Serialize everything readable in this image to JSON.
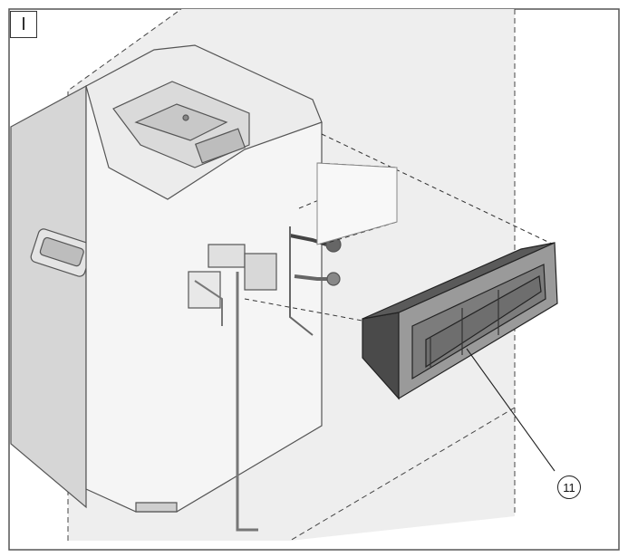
{
  "figure": {
    "step_label": "I",
    "callouts": [
      {
        "number": "11",
        "target": "rear-duct-frame"
      }
    ],
    "colors": {
      "line": "#555555",
      "plane_fill": "#eeeeee",
      "unit_light": "#f4f4f4",
      "unit_mid": "#dcdcdc",
      "part_dark": "#4a4a4a",
      "part_mid": "#8a8a8a"
    }
  }
}
